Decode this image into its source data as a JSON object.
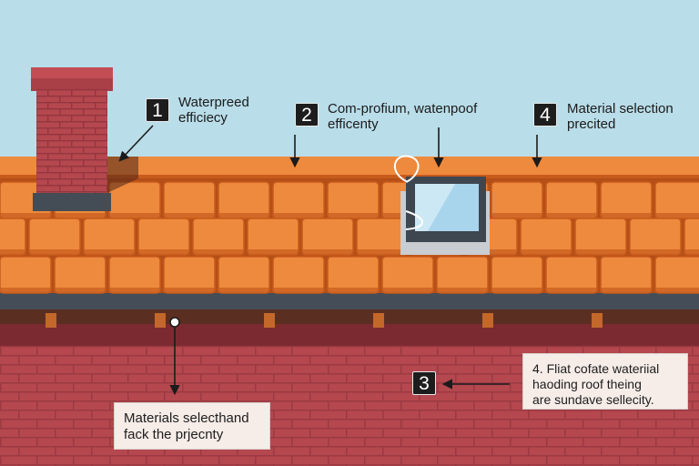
{
  "callouts": [
    {
      "number": "1",
      "lines": [
        "Waterpreed",
        "efficiecy"
      ]
    },
    {
      "number": "2",
      "lines": [
        "Com-profium, watenpoof",
        "efficenty"
      ]
    },
    {
      "number": "4",
      "lines": [
        "Material selection",
        "precited"
      ]
    },
    {
      "number": "3",
      "lines": [
        "4. Fliat cofate wateriial",
        "haoding roof theing",
        "are sundave sellecity."
      ]
    }
  ],
  "bottom_note": {
    "lines": [
      "Materials selecthand",
      "fack the prjecnty"
    ]
  },
  "colors": {
    "sky": "#b9dde9",
    "tile": "#ee8a3d",
    "tile_edge": "#c75b1c",
    "brick": "#b5474f",
    "flashing": "#3f4750",
    "skylight_glass": "#a8d4ec"
  },
  "icons": [
    "chimney",
    "skylight",
    "arrow"
  ]
}
